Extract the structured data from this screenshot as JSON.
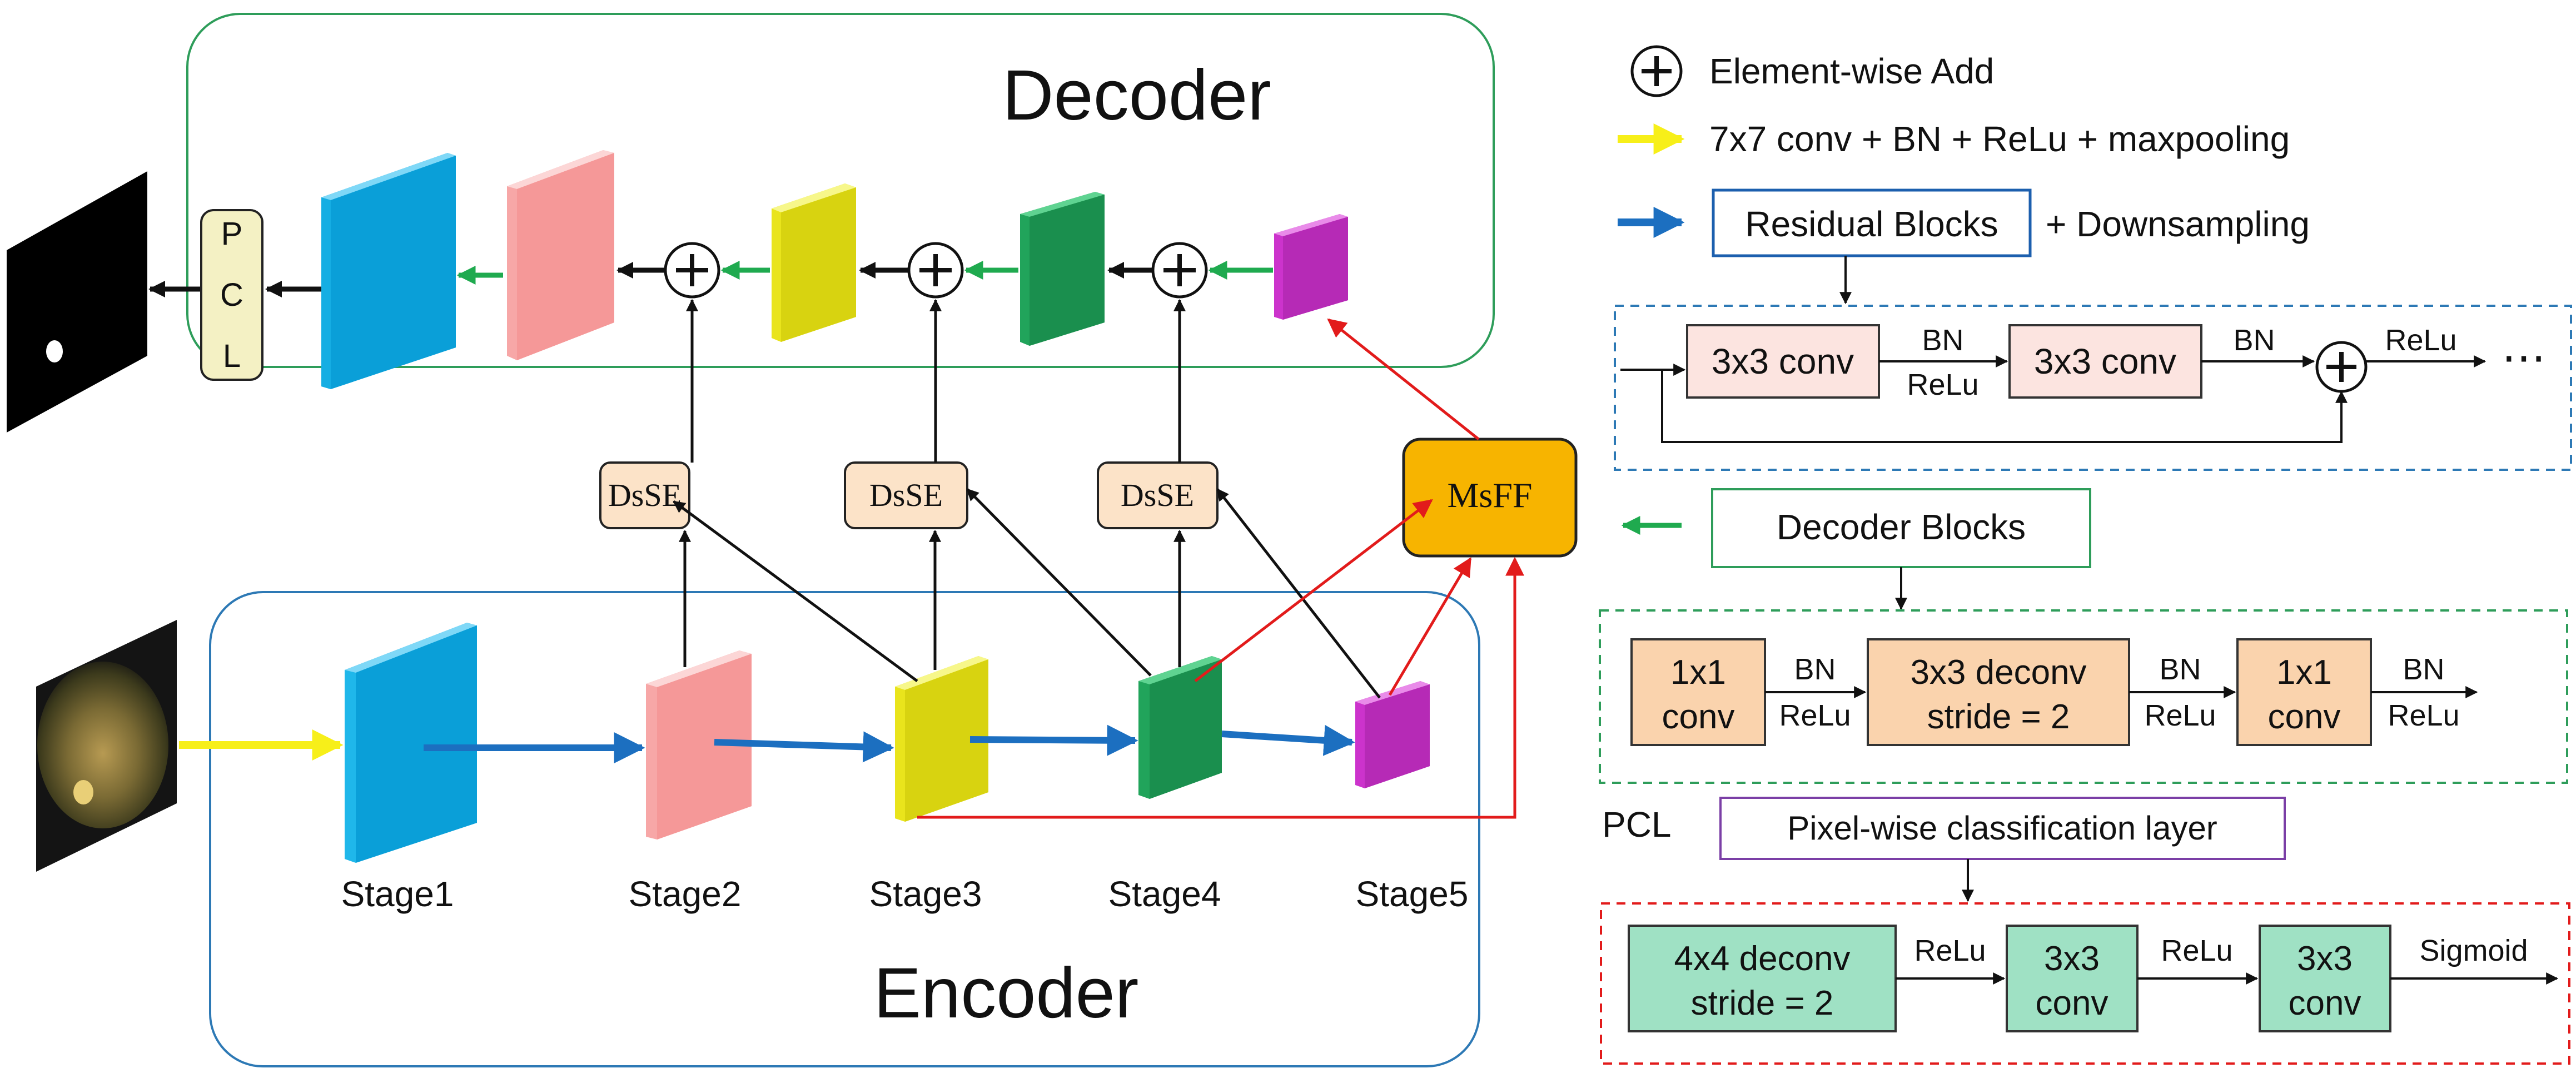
{
  "decoder_title": "Decoder",
  "encoder_title": "Encoder",
  "pcl_box": {
    "letters": [
      "P",
      "C",
      "L"
    ]
  },
  "dsse_label": "DsSE",
  "msff_label": "MsFF",
  "stages": [
    "Stage1",
    "Stage2",
    "Stage3",
    "Stage4",
    "Stage5"
  ],
  "legend": {
    "add_label": "Element-wise Add",
    "conv7_label": "7x7 conv + BN + ReLu + maxpooling",
    "residual_box": "Residual Blocks",
    "residual_suffix": "+ Downsampling",
    "residual_detail": {
      "conv_a": "3x3 conv",
      "conv_b": "3x3 conv",
      "mid_top": "BN",
      "mid_bottom": "ReLu",
      "post_bn": "BN",
      "post_relu": "ReLu",
      "ellipsis": "⋯"
    },
    "decoder_box": "Decoder Blocks",
    "decoder_detail": {
      "b1_line1": "1x1",
      "b1_line2": "conv",
      "b2_line1": "3x3 deconv",
      "b2_line2": "stride = 2",
      "b3_line1": "1x1",
      "b3_line2": "conv",
      "l1_top": "BN",
      "l1_bottom": "ReLu",
      "l2_top": "BN",
      "l2_bottom": "ReLu",
      "l3_top": "BN",
      "l3_bottom": "ReLu"
    },
    "pcl_prefix": "PCL",
    "pcl_box": "Pixel-wise classification layer",
    "pcl_detail": {
      "b1_line1": "4x4 deconv",
      "b1_line2": "stride = 2",
      "b2_line1": "3x3",
      "b2_line2": "conv",
      "b3_line1": "3x3",
      "b3_line2": "conv",
      "l1": "ReLu",
      "l2": "ReLu",
      "l3": "Sigmoid"
    }
  },
  "colors": {
    "cyan": "#1fb7ea",
    "pink": "#f7a7a7",
    "yellow": "#e9e41c",
    "green": "#21a45b",
    "magenta": "#cc33cc",
    "msff": "#f7b400",
    "dsse_fill": "#fce3c8",
    "pcl_fill": "#f4f1c4",
    "teal_block": "#9fe1c4",
    "peach_block": "#fad3ad",
    "pink_block": "#fce4e0",
    "arrow_blue": "#1c6fc0",
    "arrow_green": "#1faa4f",
    "arrow_red": "#e21b1b",
    "arrow_yellow": "#f7ef19"
  }
}
